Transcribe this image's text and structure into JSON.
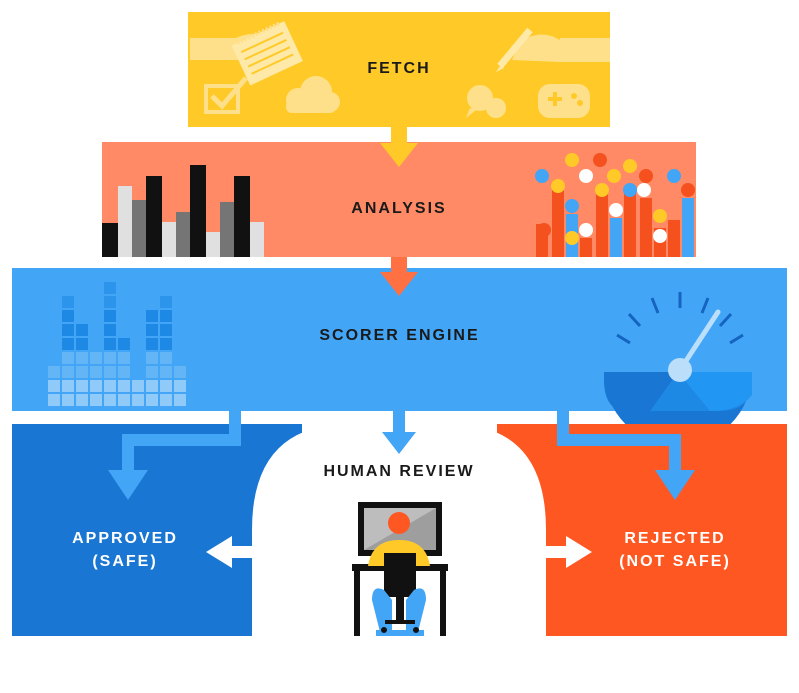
{
  "stages": {
    "fetch": "FETCH",
    "analysis": "ANALYSIS",
    "scorer": "SCORER ENGINE",
    "human": "HUMAN REVIEW"
  },
  "outcomes": {
    "approved_line1": "APPROVED",
    "approved_line2": "(SAFE)",
    "rejected_line1": "REJECTED",
    "rejected_line2": "(NOT SAFE)"
  },
  "colors": {
    "fetch": "#FFCA28",
    "analysis": "#FF8A65",
    "scorer": "#42A5F5",
    "approved": "#1976D2",
    "rejected": "#FF5722",
    "arrow_orange": "#FF7043",
    "arrow_blue": "#42A5F5"
  },
  "icons": {
    "fetch": [
      "hand-notepad-icon",
      "checkbox-icon",
      "cloud-icon",
      "hand-pencil-icon",
      "chat-bubbles-icon",
      "gamepad-icon"
    ],
    "analysis": [
      "bar-chart-icon",
      "dot-bar-chart-icon"
    ],
    "scorer": [
      "pixel-equalizer-icon",
      "gauge-icon"
    ],
    "human": [
      "person-at-computer-icon"
    ]
  }
}
